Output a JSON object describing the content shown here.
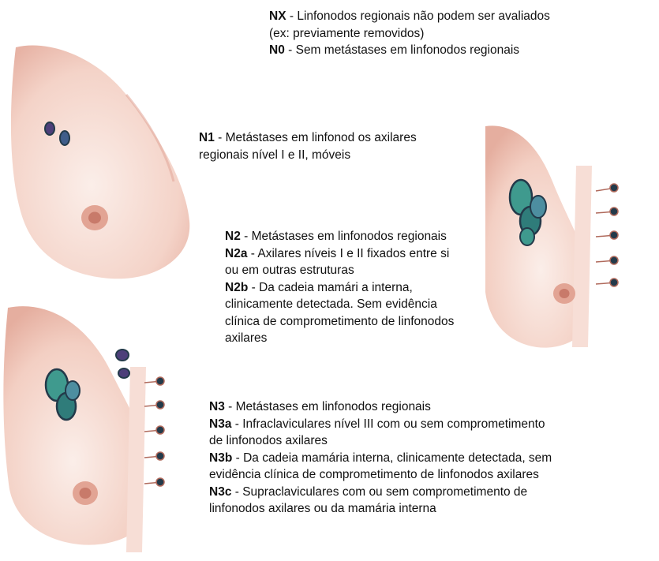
{
  "colors": {
    "skin_light": "#fbeae4",
    "skin_mid": "#f2cbbf",
    "skin_shadow": "#e3aa9c",
    "areola": "#d99382",
    "nipple": "#c87a6a",
    "node_dark": "#233a4a",
    "node_teal": "#3f9a8e",
    "node_purple": "#4d3f7a",
    "vessel": "#b06a5c"
  },
  "blocks": {
    "nx": {
      "lines": [
        {
          "code": "NX",
          "text": " - Linfonodos regionais não podem ser avaliados"
        },
        {
          "code": "",
          "text": "(ex: previamente removidos)"
        },
        {
          "code": "N0",
          "text": " - Sem metástases em linfonodos regionais"
        }
      ]
    },
    "n1": {
      "lines": [
        {
          "code": "N1",
          "text": " - Metástases em linfonod os axilares"
        },
        {
          "code": "",
          "text": "regionais nível I e II, móveis"
        }
      ]
    },
    "n2": {
      "lines": [
        {
          "code": "N2",
          "text": " - Metástases em linfonodos regionais"
        },
        {
          "code": "N2a",
          "text": " - Axilares níveis I e II fixados entre si"
        },
        {
          "code": "",
          "text": "ou em outras estruturas"
        },
        {
          "code": "N2b",
          "text": " - Da cadeia mamári a interna,"
        },
        {
          "code": "",
          "text": "clinicamente detectada. Sem evidência"
        },
        {
          "code": "",
          "text": "clínica de comprometimento de linfonodos"
        },
        {
          "code": "",
          "text": "axilares"
        }
      ]
    },
    "n3": {
      "lines": [
        {
          "code": "N3",
          "text": " - Metástases em linfonodos regionais"
        },
        {
          "code": "N3a",
          "text": " - Infraclaviculares nível III com ou sem comprometimento"
        },
        {
          "code": "",
          "text": "de linfonodos axilares"
        },
        {
          "code": "N3b",
          "text": " - Da cadeia mamária interna, clinicamente detectada, sem"
        },
        {
          "code": "",
          "text": "evidência clínica de comprometimento de linfonodos axilares"
        },
        {
          "code": "N3c",
          "text": " - Supraclaviculares com ou sem comprometimento de"
        },
        {
          "code": "",
          "text": "linfonodos axilares ou da mamária interna"
        }
      ]
    }
  }
}
